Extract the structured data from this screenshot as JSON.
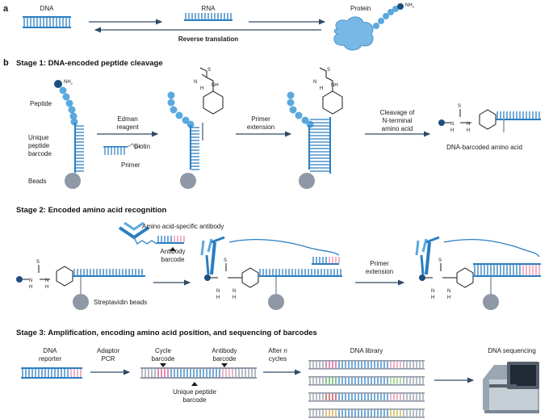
{
  "panel_a": {
    "label": "a",
    "dna": "DNA",
    "rna": "RNA",
    "protein": "Protein",
    "nh2": "NH",
    "nh2_sub": "2",
    "reverse": "Reverse translation"
  },
  "panel_b": {
    "label": "b",
    "stage1": {
      "title": "Stage 1: DNA-encoded peptide cleavage",
      "nh2": "NH",
      "nh2_sub": "2",
      "peptide": "Peptide",
      "barcode_1": "Unique",
      "barcode_2": "peptide",
      "barcode_3": "barcode",
      "beads": "Beads",
      "edman_1": "Edman",
      "edman_2": "reagent",
      "biotin": "Biotin",
      "primer": "Primer",
      "primer_ext_1": "Primer",
      "primer_ext_2": "extension",
      "cleavage_1": "Cleavage of",
      "cleavage_2": "N-terminal",
      "cleavage_3": "amino acid",
      "dna_barcoded": "DNA-barcoded amino acid",
      "s": "S",
      "n": "N",
      "h": "H",
      "nh": "NH"
    },
    "stage2": {
      "title": "Stage 2: Encoded amino acid recognition",
      "antibody": "Amino acid-specific antibody",
      "antibody_barcode_1": "Antibody",
      "antibody_barcode_2": "barcode",
      "streptavidin": "Streptavidin beads",
      "primer_ext_1": "Primer",
      "primer_ext_2": "extension",
      "s": "S",
      "n": "N",
      "h": "H"
    },
    "stage3": {
      "title": "Stage 3: Amplification, encoding amino acid position, and sequencing of barcodes",
      "dna_reporter_1": "DNA",
      "dna_reporter_2": "reporter",
      "adaptor_1": "Adaptor",
      "adaptor_2": "PCR",
      "cycle_1": "Cycle",
      "cycle_2": "barcode",
      "antibody_1": "Antibody",
      "antibody_2": "barcode",
      "unique_1": "Unique peptide",
      "unique_2": "barcode",
      "after_1": "After ",
      "after_n": "n",
      "after_2": "cycles",
      "library": "DNA library",
      "sequencing": "DNA sequencing"
    }
  },
  "colors": {
    "blue": "#2b7ec1",
    "light_blue": "#5aa9de",
    "dark_blue": "#1d4f7d",
    "navy": "#1b3f66",
    "pink": "#e88ca6",
    "gray": "#8f98a6",
    "protein": "#78b8e6",
    "arrow": "#2f4a66",
    "library_pink": "#d84a86",
    "library_green": "#4aa84f",
    "library_red": "#c23a3a",
    "library_orange": "#e0a13a",
    "library_light_green": "#8ccb6a",
    "library_gold": "#c8b23a"
  }
}
